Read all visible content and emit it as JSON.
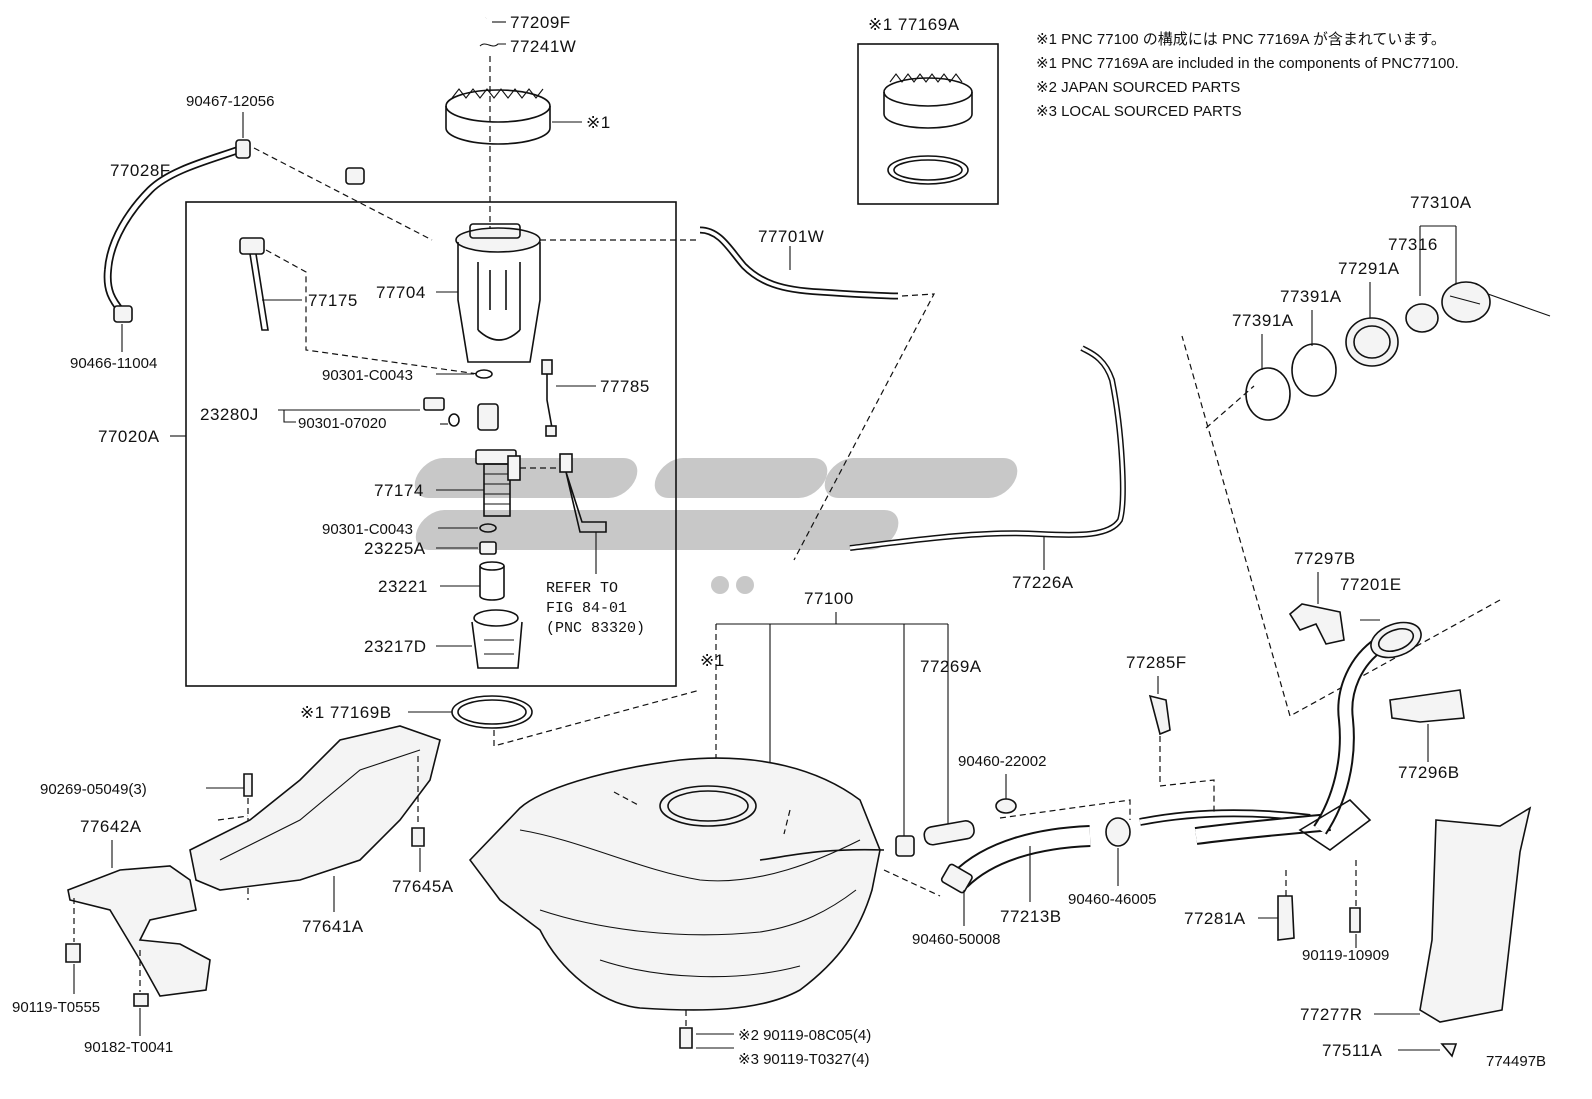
{
  "notes": [
    "※1 PNC 77100 の構成には PNC 77169A が含まれています。",
    "※1 PNC 77169A are included in the components of PNC77100.",
    "※2 JAPAN SOURCED PARTS",
    "※3 LOCAL SOURCED PARTS"
  ],
  "inset_title": "※1 77169A",
  "figure_id": "774497B",
  "refer": [
    "REFER TO",
    "FIG 84-01",
    "(PNC 83320)"
  ],
  "labels": {
    "p77209F": "77209F",
    "p77241W": "77241W",
    "mark1a": "※1",
    "p90467": "90467-12056",
    "p77028F": "77028F",
    "p90466": "90466-11004",
    "p77175": "77175",
    "p77704": "77704",
    "p90301a": "90301-C0043",
    "p77785": "77785",
    "p23280J": "23280J",
    "p90301b": "90301-07020",
    "p77020A": "77020A",
    "p77174": "77174",
    "p90301c": "90301-C0043",
    "p23225A": "23225A",
    "p23221": "23221",
    "p23217D": "23217D",
    "p77701W": "77701W",
    "p77310A": "77310A",
    "p77316": "77316",
    "p77291A": "77291A",
    "p77391Aa": "77391A",
    "p77391Ab": "77391A",
    "p77226A": "77226A",
    "p77100": "77100",
    "mark1b": "※1",
    "p77269A": "77269A",
    "p77297B": "77297B",
    "p77201E": "77201E",
    "p77285F": "77285F",
    "p77296B": "77296B",
    "p77169B": "※1 77169B",
    "p90269": "90269-05049(3)",
    "p77642A": "77642A",
    "p77641A": "77641A",
    "p77645A": "77645A",
    "p90460a": "90460-22002",
    "p90460b": "90460-46005",
    "p77213B": "77213B",
    "p90460c": "90460-50008",
    "p77281A": "77281A",
    "p90119a": "90119-10909",
    "p77277R": "77277R",
    "p77511A": "77511A",
    "p90119b": "90119-T0555",
    "p90182": "90182-T0041",
    "p90119c": "※2  90119-08C05(4)",
    "p90119d": "※3  90119-T0327(4)"
  }
}
